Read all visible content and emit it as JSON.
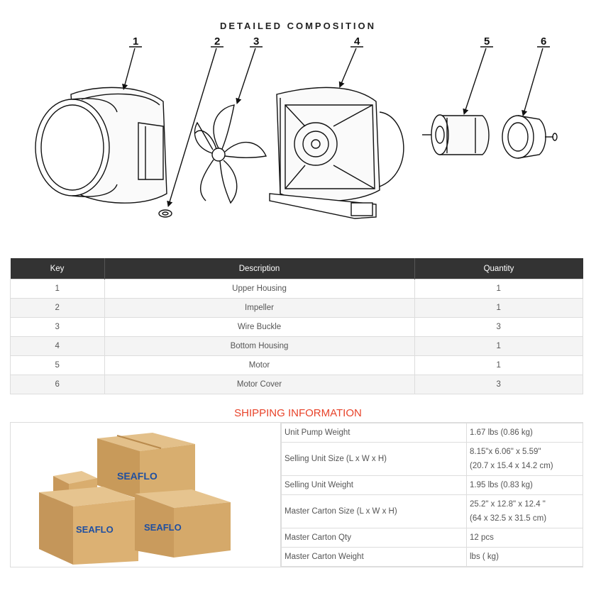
{
  "composition": {
    "title": "DETAILED COMPOSITION",
    "callouts": [
      "1",
      "2",
      "3",
      "4",
      "5",
      "6"
    ]
  },
  "parts_table": {
    "headers": [
      "Key",
      "Description",
      "Quantity"
    ],
    "rows": [
      {
        "key": "1",
        "description": "Upper Housing",
        "quantity": "1"
      },
      {
        "key": "2",
        "description": "Impeller",
        "quantity": "1"
      },
      {
        "key": "3",
        "description": "Wire Buckle",
        "quantity": "3"
      },
      {
        "key": "4",
        "description": "Bottom Housing",
        "quantity": "1"
      },
      {
        "key": "5",
        "description": "Motor",
        "quantity": "1"
      },
      {
        "key": "6",
        "description": "Motor Cover",
        "quantity": "3"
      }
    ]
  },
  "shipping": {
    "title": "SHIPPING INFORMATION",
    "brand": "SEAFLO",
    "rows": [
      {
        "label": "Unit Pump Weight",
        "value": [
          "1.67 lbs (0.86 kg)"
        ]
      },
      {
        "label": "Selling Unit Size (L x W x H)",
        "value": [
          "8.15\"x 6.06\" x 5.59\"",
          "(20.7 x 15.4 x 14.2 cm)"
        ]
      },
      {
        "label": "Selling Unit Weight",
        "value": [
          "1.95 lbs (0.83 kg)"
        ]
      },
      {
        "label": "Master Carton Size (L x W x H)",
        "value": [
          "25.2\" x 12.8\" x 12.4 \"",
          "(64 x 32.5 x 31.5 cm)"
        ]
      },
      {
        "label": "Master Carton Qty",
        "value": [
          "12 pcs"
        ]
      },
      {
        "label": "Master Carton Weight",
        "value": [
          "lbs ( kg)"
        ]
      }
    ]
  }
}
